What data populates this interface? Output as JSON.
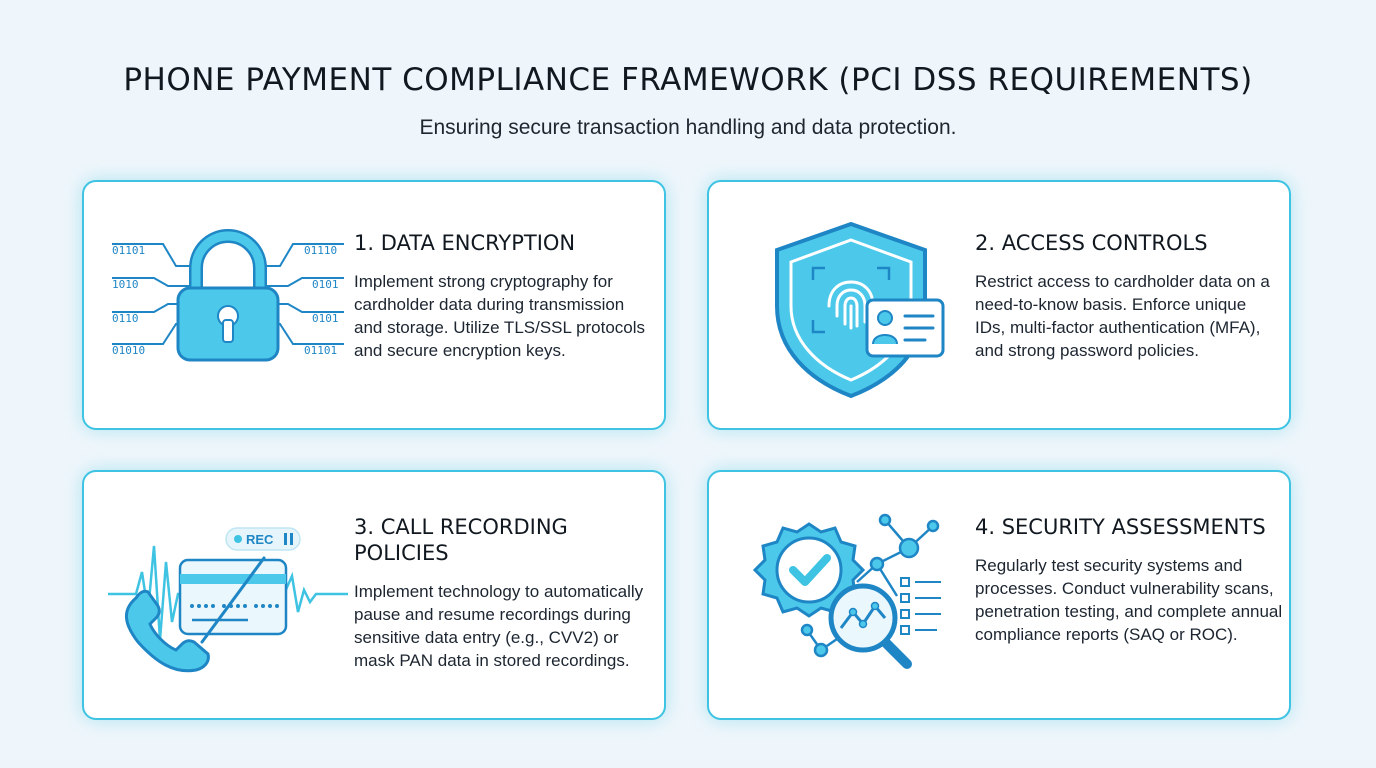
{
  "header": {
    "title": "PHONE PAYMENT COMPLIANCE FRAMEWORK (PCI DSS REQUIREMENTS)",
    "subtitle": "Ensuring secure transaction handling and data protection."
  },
  "cards": [
    {
      "title": "1. DATA ENCRYPTION",
      "body": "Implement strong cryptography for cardholder data during transmission and storage. Utilize TLS/SSL protocols and secure encryption keys.",
      "icon": "padlock-binary-icon"
    },
    {
      "title": "2. ACCESS CONTROLS",
      "body": "Restrict access to cardholder data on a need-to-know basis. Enforce unique IDs, multi-factor authentication (MFA), and strong password policies.",
      "icon": "shield-fingerprint-id-icon"
    },
    {
      "title": "3. CALL RECORDING POLICIES",
      "body": "Implement technology to automatically pause and resume recordings during sensitive data entry (e.g., CVV2) or mask PAN data in stored recordings.",
      "icon": "phone-recording-card-icon",
      "rec_label": "REC"
    },
    {
      "title": "4. SECURITY ASSESSMENTS",
      "body": "Regularly test security systems and processes. Conduct vulnerability scans, penetration testing, and complete annual compliance reports (SAQ or ROC).",
      "icon": "badge-magnifier-network-icon"
    }
  ],
  "binary": {
    "left": [
      "01101",
      "1010",
      "0110",
      "01010"
    ],
    "right": [
      "01110",
      "0101",
      "0101",
      "01101"
    ]
  },
  "colors": {
    "accent": "#3ec3e3",
    "icon_fill": "#4cc9ea",
    "icon_stroke": "#1f86c6",
    "background": "#eef6fb"
  }
}
